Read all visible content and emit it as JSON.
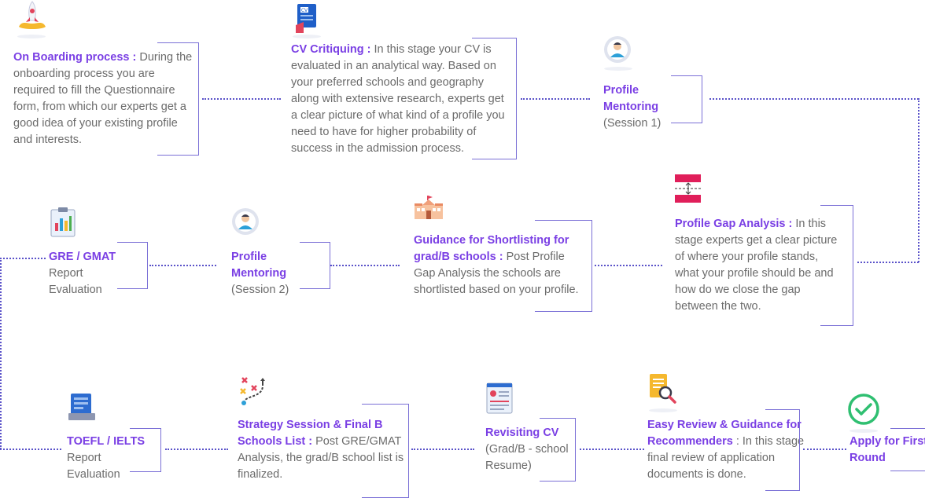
{
  "steps": [
    {
      "id": "onboarding",
      "title": "On Boarding process :",
      "desc": "During the onboarding process you are required to fill the Questionnaire form, from which our experts get a good idea of your existing profile and interests."
    },
    {
      "id": "cv_critiquing",
      "title": "CV Critiquing",
      "sep": " : ",
      "desc": "In this stage your CV is evaluated in an analytical way. Based on your preferred schools and geography along with extensive research, experts get a clear picture of what kind of a profile you need to have for higher probability of success in the admission process."
    },
    {
      "id": "profile_mentoring_1",
      "title": "Profile Mentoring",
      "desc": "(Session 1)"
    },
    {
      "id": "profile_gap",
      "title": "Profile Gap Analysis",
      "sep": " : ",
      "desc": "In this stage experts get a clear picture of where your profile stands, what your profile should be and how do we close the gap between the two."
    },
    {
      "id": "shortlisting",
      "title": "Guidance for Shortlisting for grad/B schools :",
      "desc": "Post Profile Gap Analysis the schools are shortlisted based on your profile."
    },
    {
      "id": "profile_mentoring_2",
      "title": "Profile Mentoring",
      "desc": "(Session 2)"
    },
    {
      "id": "gre_gmat",
      "title": "GRE / GMAT",
      "desc": "Report Evaluation"
    },
    {
      "id": "toefl_ielts",
      "title": "TOEFL / IELTS",
      "desc": "Report Evaluation"
    },
    {
      "id": "strategy",
      "title": "Strategy Session & Final B Schools List",
      "sep": " : ",
      "desc": "Post GRE/GMAT Analysis, the grad/B  school list is finalized."
    },
    {
      "id": "revisiting_cv",
      "title": "Revisiting CV",
      "desc": "(Grad/B - school Resume)"
    },
    {
      "id": "easy_review",
      "title": "Easy Review & Guidance for Recommenders",
      "sep": " : ",
      "desc": "In this stage final review of application documents is done."
    },
    {
      "id": "apply",
      "title": "Apply for First Round",
      "desc": ""
    }
  ],
  "icons": {
    "onboarding": "rocket-launch-icon",
    "cv_critiquing": "cv-document-icon",
    "profile_mentoring_1": "user-gear-icon",
    "profile_gap": "gap-analysis-icon",
    "shortlisting": "school-building-icon",
    "profile_mentoring_2": "user-gear-icon",
    "gre_gmat": "report-clipboard-icon",
    "toefl_ielts": "test-report-icon",
    "strategy": "strategy-path-icon",
    "revisiting_cv": "resume-icon",
    "easy_review": "review-magnifier-icon",
    "apply": "check-circle-icon"
  },
  "colors": {
    "accent": "#7a3fe4",
    "text": "#6b6b6b",
    "connector": "#5a52c9",
    "check": "#2fbf71"
  }
}
